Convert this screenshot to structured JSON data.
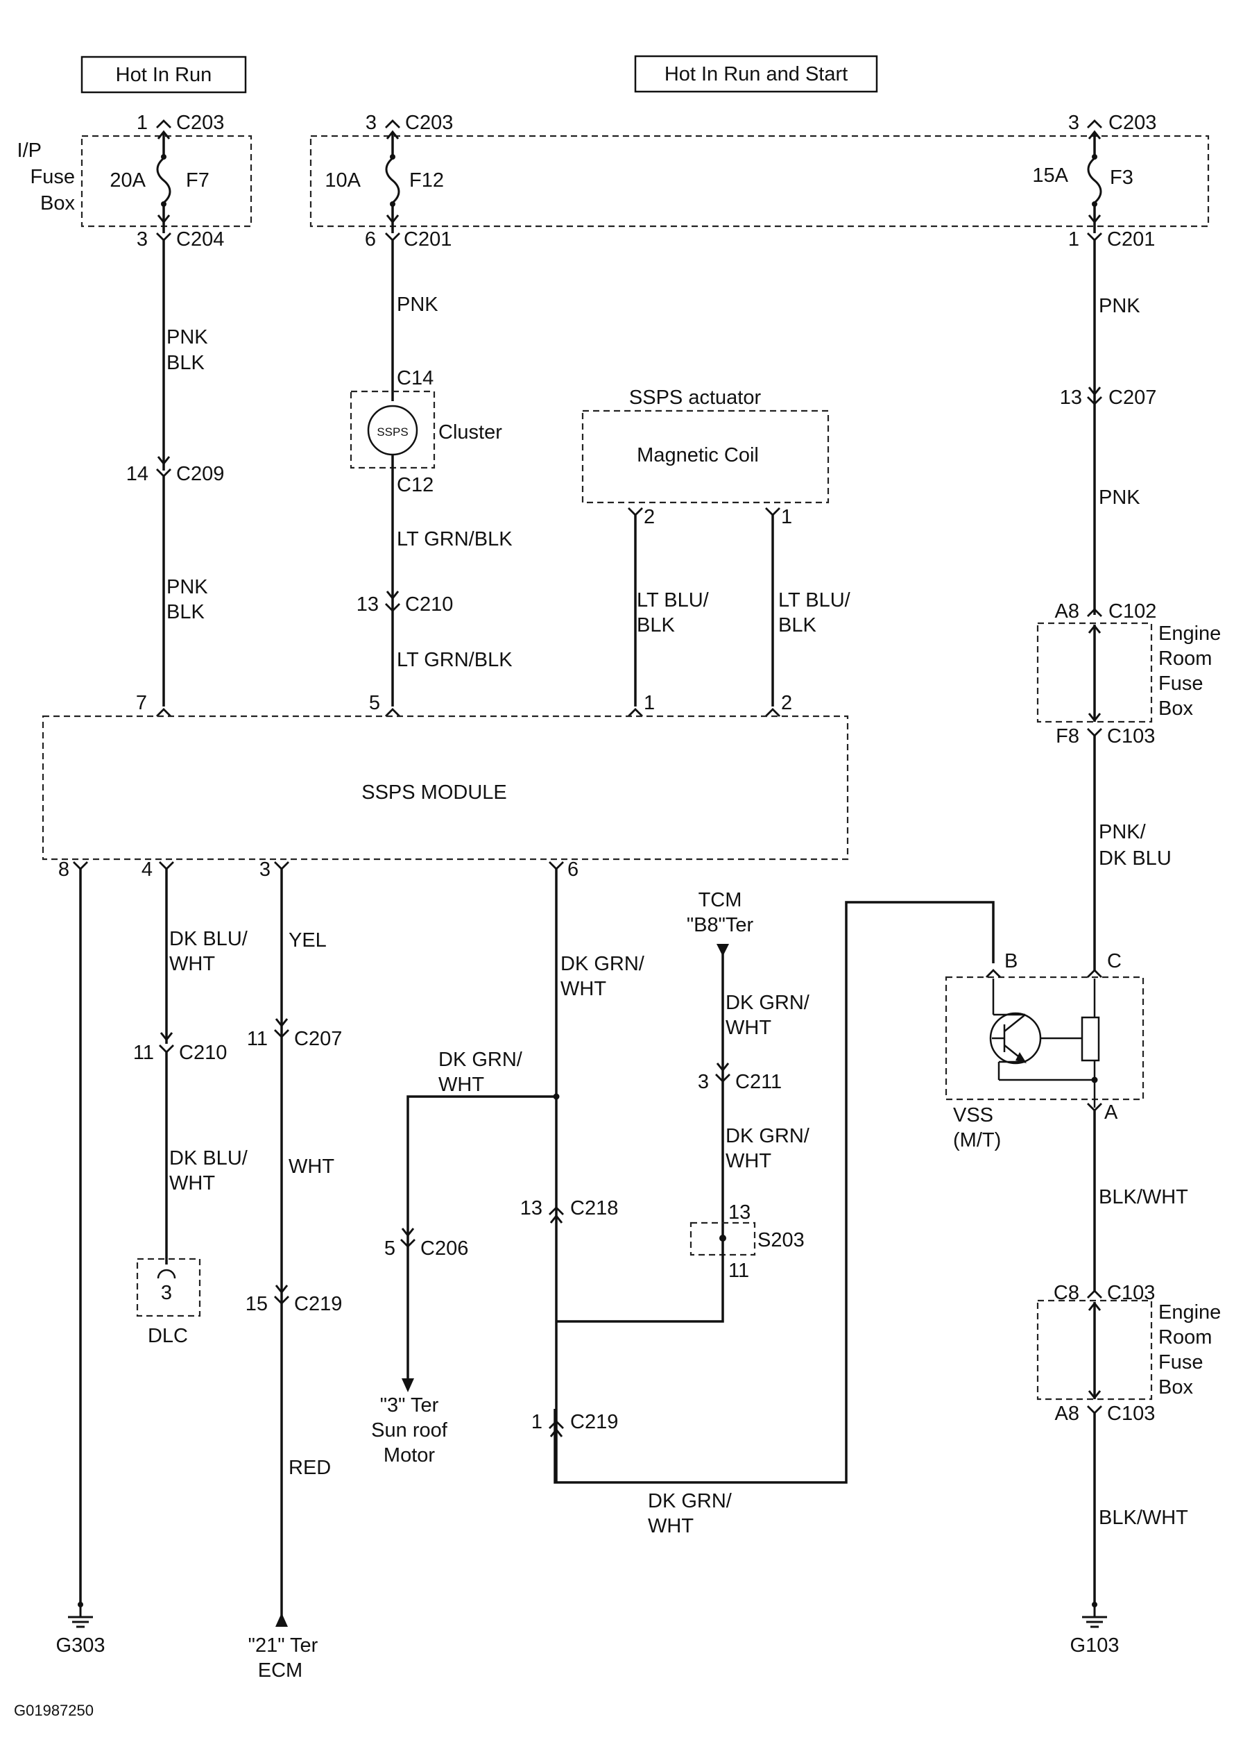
{
  "header": {
    "hot_in_run": "Hot In Run",
    "hot_in_run_start": "Hot In Run and Start"
  },
  "ip_fuse_box": {
    "label_lines": [
      "I/P",
      "Fuse",
      "Box"
    ],
    "f7": {
      "rating": "20A",
      "name": "F7",
      "in_pin": "1",
      "in_conn": "C203",
      "out_pin": "3",
      "out_conn": "C204"
    },
    "f12": {
      "rating": "10A",
      "name": "F12",
      "in_pin": "3",
      "in_conn": "C203",
      "out_pin": "6",
      "out_conn": "C201"
    },
    "f3": {
      "rating": "15A",
      "name": "F3",
      "in_pin": "3",
      "in_conn": "C203",
      "out_pin": "1",
      "out_conn": "C201"
    }
  },
  "cluster": {
    "label": "Cluster",
    "symbol": "SSPS",
    "top": "C14",
    "bottom": "C12"
  },
  "actuator": {
    "title": "SSPS actuator",
    "name": "Magnetic Coil",
    "pin_left": "2",
    "pin_right": "1"
  },
  "module": {
    "name": "SSPS MODULE",
    "pin_7": "7",
    "pin_5": "5",
    "pin_1": "1",
    "pin_2": "2",
    "pin_8": "8",
    "pin_4": "4",
    "pin_3": "3",
    "pin_6": "6"
  },
  "wires": {
    "pnk": "PNK",
    "pnk_blk": [
      "PNK",
      "BLK"
    ],
    "lt_grn_blk": "LT GRN/BLK",
    "lt_blu_blk": [
      "LT BLU/",
      "BLK"
    ],
    "pnk_dk_blu": [
      "PNK/",
      "DK BLU"
    ],
    "dk_blu_wht": [
      "DK BLU/",
      "WHT"
    ],
    "yel": "YEL",
    "wht": "WHT",
    "red": "RED",
    "dk_grn_wht": [
      "DK GRN/",
      "WHT"
    ],
    "blk_wht": "BLK/WHT"
  },
  "connectors": {
    "c209": {
      "pin": "14",
      "name": "C209"
    },
    "c210_top": {
      "pin": "13",
      "name": "C210"
    },
    "c207_right": {
      "pin": "13",
      "name": "C207"
    },
    "c102": {
      "pin": "A8",
      "name": "C102"
    },
    "c103_f8": {
      "pin": "F8",
      "name": "C103"
    },
    "c210_bottom": {
      "pin": "11",
      "name": "C210"
    },
    "c207_bottom": {
      "pin": "11",
      "name": "C207"
    },
    "c219_left": {
      "pin": "15",
      "name": "C219"
    },
    "c206": {
      "pin": "5",
      "name": "C206"
    },
    "c218": {
      "pin": "13",
      "name": "C218"
    },
    "c219_mid": {
      "pin": "1",
      "name": "C219"
    },
    "c211": {
      "pin": "3",
      "name": "C211"
    },
    "s203": {
      "name": "S203",
      "pin_top": "13",
      "pin_bottom": "11"
    },
    "c103_c8": {
      "pin": "C8",
      "name": "C103"
    },
    "c103_a8": {
      "pin": "A8",
      "name": "C103"
    }
  },
  "engine_fuse_box": {
    "label_lines": [
      "Engine",
      "Room",
      "Fuse",
      "Box"
    ]
  },
  "tcm": {
    "lines": [
      "TCM",
      "\"B8\"Ter"
    ]
  },
  "vss": {
    "lines": [
      "VSS",
      "(M/T)"
    ],
    "pin_b": "B",
    "pin_c": "C",
    "pin_a": "A"
  },
  "dlc": {
    "label": "DLC",
    "pin": "3"
  },
  "sunroof": {
    "lines": [
      "\"3\" Ter",
      "Sun roof",
      "Motor"
    ]
  },
  "ecm": {
    "lines": [
      "\"21\" Ter",
      "ECM"
    ]
  },
  "grounds": {
    "g303": "G303",
    "g103": "G103"
  },
  "figure_id": "G01987250"
}
